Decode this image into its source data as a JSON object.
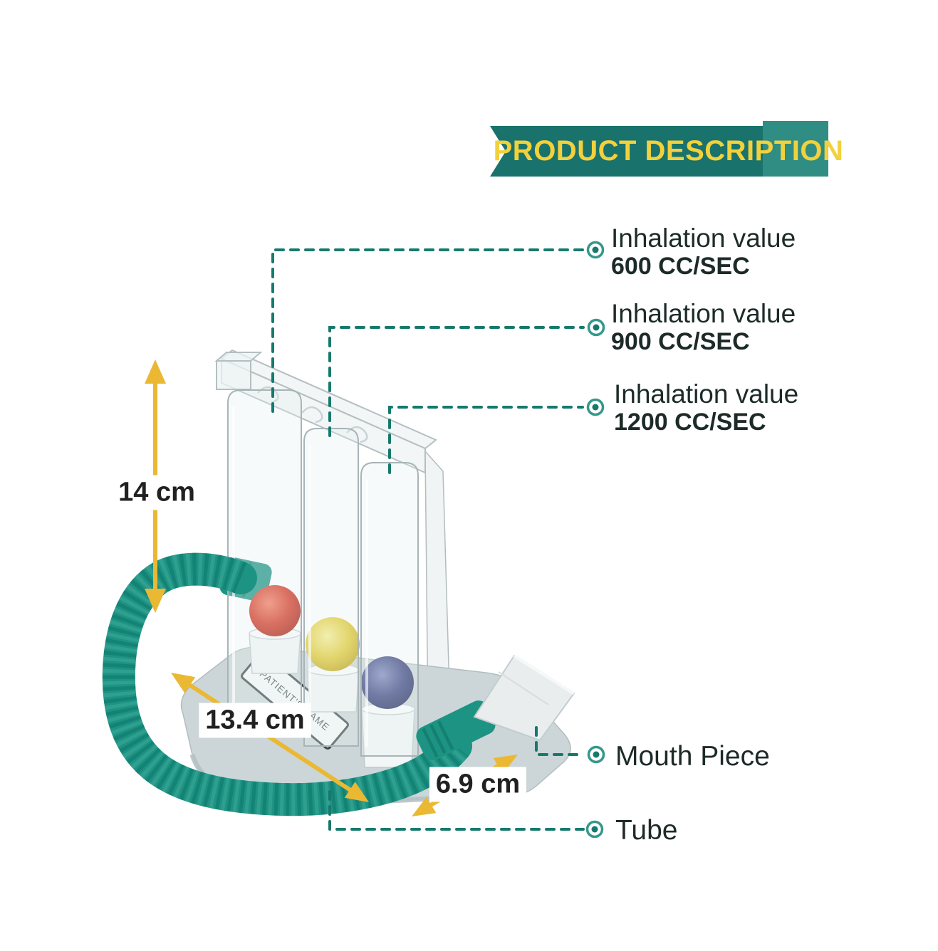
{
  "banner": {
    "title": "PRODUCT DESCRIPTION"
  },
  "callouts": {
    "inhalation": [
      {
        "line1": "Inhalation value",
        "line2": "600 CC/SEC"
      },
      {
        "line1": "Inhalation value",
        "line2": "900 CC/SEC"
      },
      {
        "line1": "Inhalation value",
        "line2": "1200 CC/SEC"
      }
    ],
    "mouth_piece": "Mouth Piece",
    "tube": "Tube"
  },
  "dimensions": {
    "height": "14 cm",
    "base_width": "13.4 cm",
    "depth": "6.9 cm"
  },
  "device": {
    "patient_name_label": "PATIENT'S NAME"
  },
  "colors": {
    "banner_teal": "#1a726c",
    "banner_teal_light": "#2f8d83",
    "banner_text_yellow": "#f2d13c",
    "leader_teal": "#16796d",
    "arrow_yellow": "#eab833",
    "tube_teal": "#1d9383",
    "tube_ridge_dark": "#0b7163",
    "ball_red": "#cc2a18",
    "ball_yellow": "#e3c92a",
    "ball_blue": "#39437f",
    "base_gray": "#ccd6d8",
    "text_dark": "#1d2b28"
  }
}
